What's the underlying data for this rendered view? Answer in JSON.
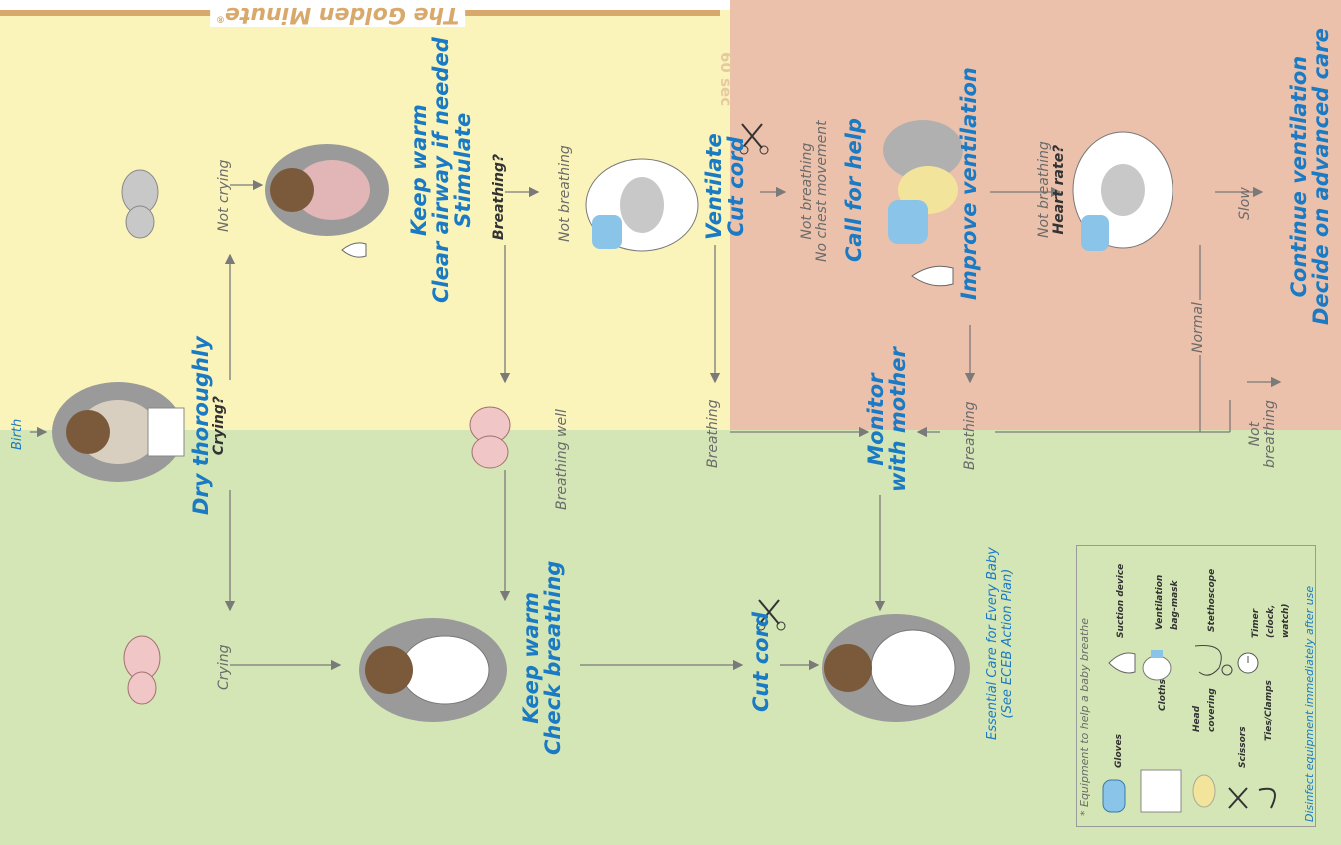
{
  "colors": {
    "green": "#d4e6b5",
    "yellow": "#fbf4ba",
    "salmon": "#ecc1ab",
    "blue": "#1a7ac4",
    "gray": "#6b6b6b",
    "line": "#7a7a7a"
  },
  "header": {
    "title": "The Golden Minute",
    "reg": "®",
    "seconds": "60 sec"
  },
  "start": {
    "birth": "Birth"
  },
  "steps": {
    "dry": {
      "title": "Dry thoroughly",
      "question": "Crying?"
    },
    "crying": "Crying",
    "not_crying": "Not crying",
    "keep_warm_check": {
      "line1": "Keep warm",
      "line2": "Check breathing"
    },
    "clear_airway": {
      "line1": "Keep warm",
      "line2": "Clear airway if needed",
      "line3": "Stimulate"
    },
    "breathing_q": "Breathing?",
    "breathing_well": "Breathing well",
    "not_breathing": "Not breathing",
    "cut_cord": "Cut cord",
    "ventilate": {
      "line1": "Ventilate",
      "line2": "Cut cord"
    },
    "breathing": "Breathing",
    "monitor": {
      "line1": "Monitor",
      "line2": "with mother"
    },
    "essential": {
      "line1": "Essential Care for Every Baby",
      "line2": "(See ECEB Action Plan)"
    },
    "no_chest": {
      "line1": "Not breathing",
      "line2": "No chest movement"
    },
    "call_help": "Call for help",
    "improve": "Improve ventilation",
    "breathing2": "Breathing",
    "heart_q": {
      "line1": "Not breathing",
      "line2": "Heart rate?"
    },
    "normal": "Normal",
    "slow": "Slow",
    "not_breathing2": {
      "line1": "Not",
      "line2": "breathing"
    },
    "continue": {
      "line1": "Continue ventilation",
      "line2": "Decide on advanced care"
    }
  },
  "legend": {
    "title": "* Equipment to help a baby breathe",
    "items": [
      "Gloves",
      "Cloths",
      "Head covering",
      "Scissors",
      "Ties/Clamps",
      "Suction device",
      "Ventilation bag-mask",
      "Stethoscope",
      "Timer (clock, watch)"
    ],
    "footer": "Disinfect equipment immediately after use"
  }
}
